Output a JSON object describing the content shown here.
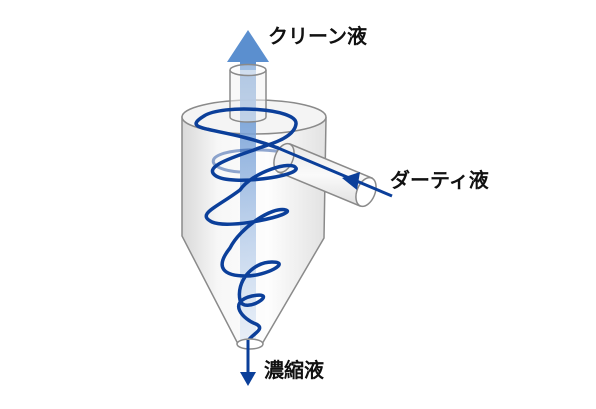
{
  "labels": {
    "clean_liquid": "クリーン液",
    "dirty_liquid": "ダーティ液",
    "concentrate": "濃縮液"
  },
  "colors": {
    "spiral": "#0b3f9a",
    "upflow_arrow": "#5b8fcf",
    "vessel_edge": "#8a8a8a",
    "vessel_fill": "#f2f2f2",
    "text": "#111111"
  },
  "icons": {
    "inlet_arrow": "arrow-left-icon",
    "outlet_top_arrow": "arrow-up-icon",
    "outlet_bottom_arrow": "arrow-down-icon"
  }
}
